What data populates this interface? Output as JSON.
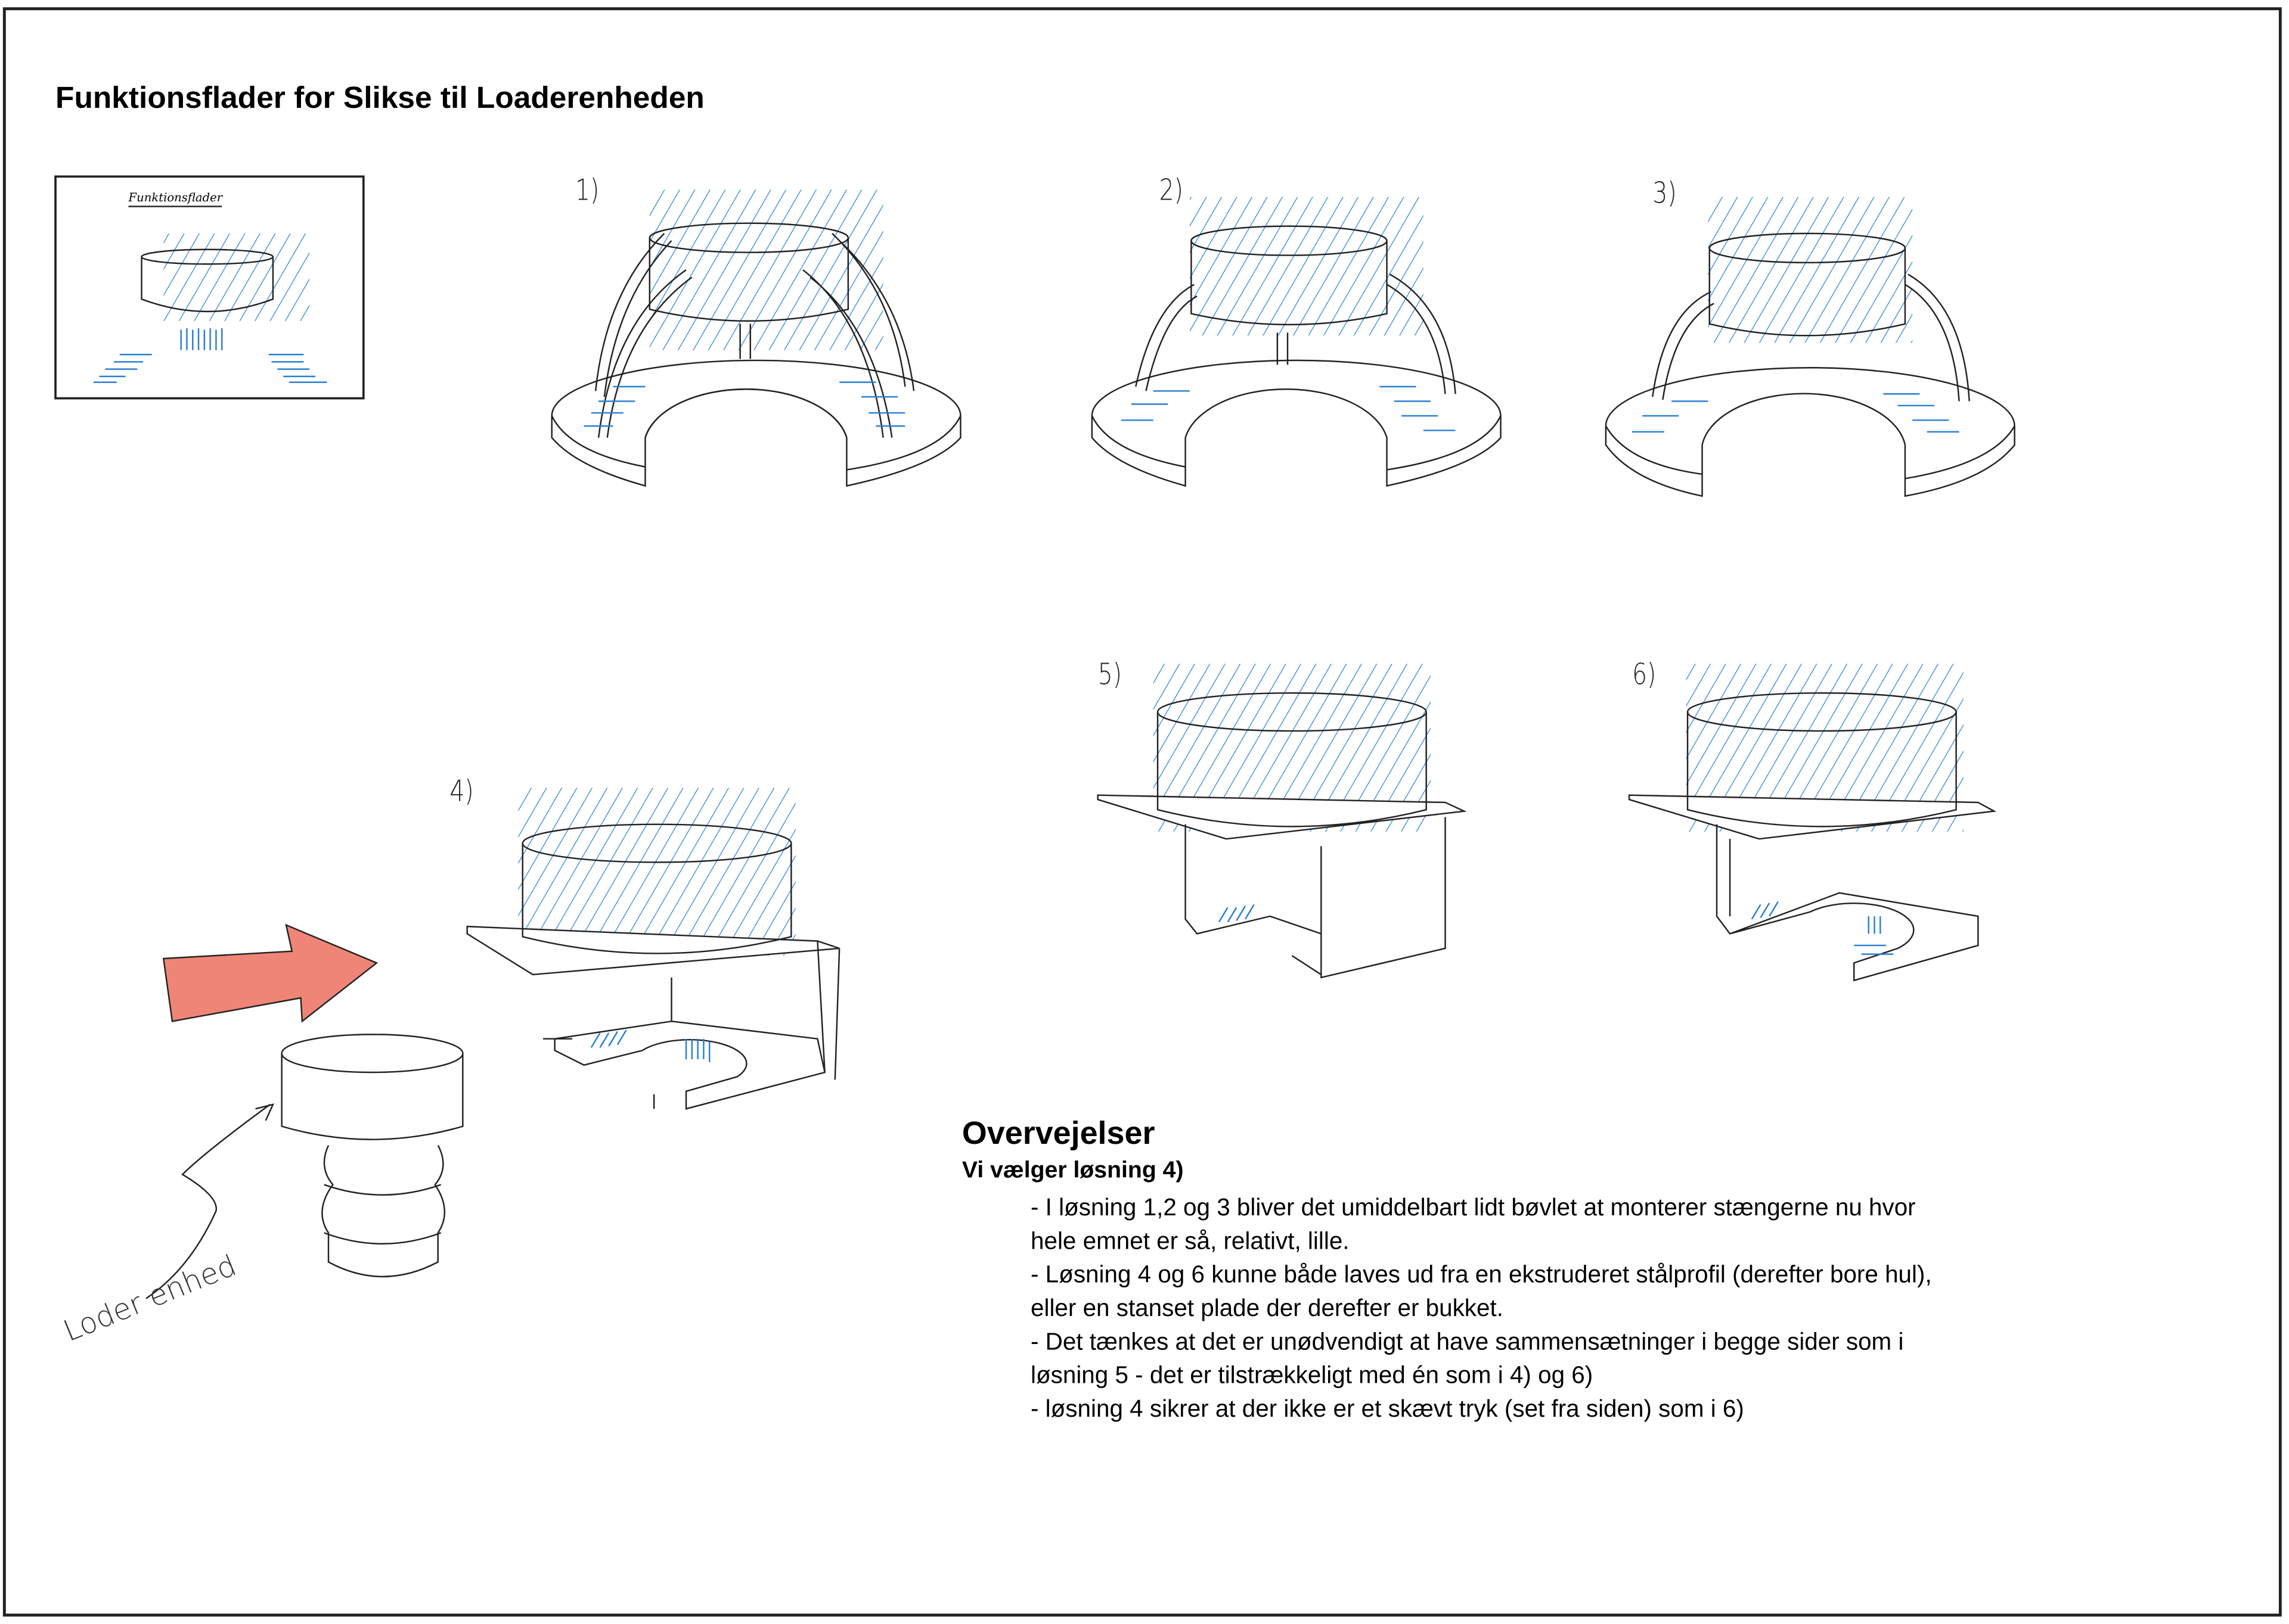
{
  "title": "Funktionsflader for Slikse til Loaderenheden",
  "thumbnail": {
    "caption": "Funktionsflader"
  },
  "options": [
    {
      "label": "1)"
    },
    {
      "label": "2)"
    },
    {
      "label": "3)"
    },
    {
      "label": "4)"
    },
    {
      "label": "5)"
    },
    {
      "label": "6)"
    }
  ],
  "loader_label": "Loder enhed",
  "colors": {
    "hatch": "#2a7fd4",
    "arrow": "#ef8577",
    "line": "#222222"
  },
  "considerations": {
    "heading": "Overvejelser",
    "choice": "Vi vælger løsning 4)",
    "lines": [
      "- I løsning 1,2 og 3 bliver det umiddelbart lidt bøvlet at monterer stængerne nu hvor",
      "hele emnet er så, relativt, lille.",
      "- Løsning 4 og 6 kunne både laves ud fra en ekstruderet stålprofil (derefter bore hul),",
      "eller en stanset plade der derefter er bukket.",
      "- Det tænkes at det er unødvendigt at have sammensætninger i begge sider som i",
      "løsning 5 - det er tilstrækkeligt med én som i 4) og 6)",
      "- løsning 4 sikrer at der ikke er et skævt tryk (set fra siden) som i 6)"
    ]
  }
}
